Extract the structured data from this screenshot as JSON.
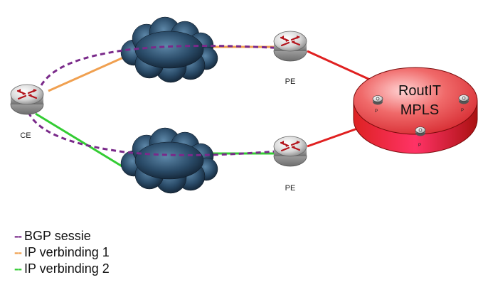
{
  "nodes": {
    "ce_label": "CE",
    "pe_top_label": "PE",
    "pe_bottom_label": "PE",
    "mpls_line1": "RoutIT",
    "mpls_line2": "MPLS",
    "p_label": "P"
  },
  "legend": [
    {
      "label": "BGP sessie",
      "color": "#7a2a8a"
    },
    {
      "label": "IP verbinding 1",
      "color": "#f0a050"
    },
    {
      "label": "IP verbinding 2",
      "color": "#33cc33"
    }
  ],
  "colors": {
    "bgp": "#7a2a8a",
    "ip1": "#f0a050",
    "ip2": "#33cc33",
    "pe_link": "#e02020",
    "mpls_fill": "#e8303a",
    "cloud": "#1e3a55"
  },
  "icons": {
    "router": "router-icon",
    "cloud": "cloud-icon",
    "mpls": "mpls-cylinder-icon"
  }
}
